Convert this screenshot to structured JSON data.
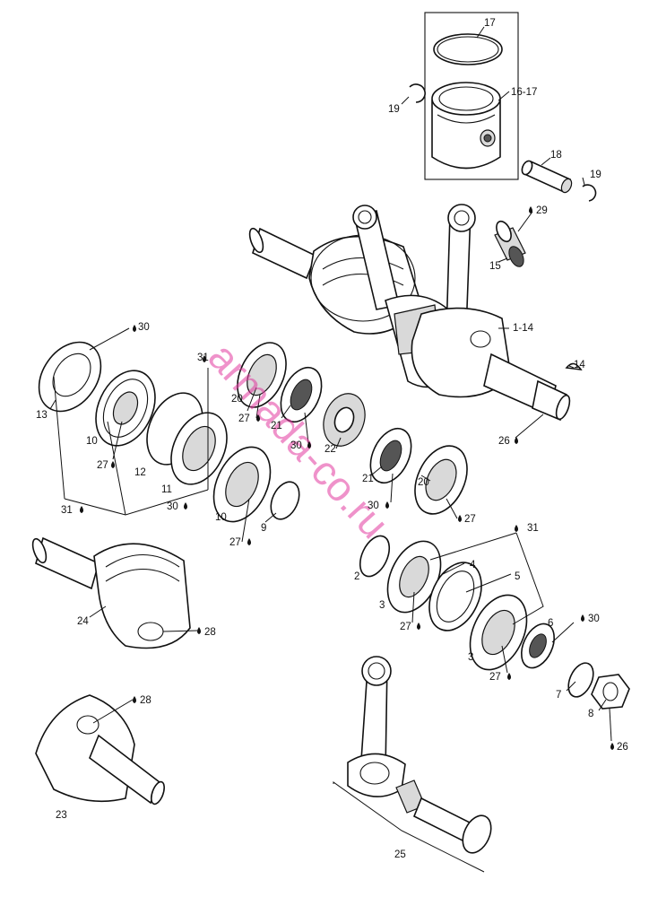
{
  "watermark": "armada-co.ru",
  "labels": {
    "p17": "17",
    "p16_17": "16-17",
    "p19a": "19",
    "p18": "18",
    "p19b": "19",
    "p29": "29",
    "p15": "15",
    "p1_14": "1-14",
    "p14": "14",
    "p26a": "26",
    "p30a": "30",
    "p13": "13",
    "p31a": "31",
    "p10a": "10",
    "p27a": "27",
    "p12": "12",
    "p11": "11",
    "p31b": "31",
    "p20a": "20",
    "p27b": "27",
    "p21a": "21",
    "p30b": "30",
    "p22": "22",
    "p30c": "30",
    "p10b": "10",
    "p27c": "27",
    "p9": "9",
    "p21b": "21",
    "p30d": "30",
    "p20b": "20",
    "p27d": "27",
    "p31c": "31",
    "p2": "2",
    "p4": "4",
    "p5": "5",
    "p3a": "3",
    "p27e": "27",
    "p24": "24",
    "p28a": "28",
    "p6": "6",
    "p30e": "30",
    "p3b": "3",
    "p27f": "27",
    "p7": "7",
    "p8": "8",
    "p26b": "26",
    "p28b": "28",
    "p23": "23",
    "p25": "25"
  },
  "icons": {
    "lubricant": "oil-drop-icon"
  }
}
